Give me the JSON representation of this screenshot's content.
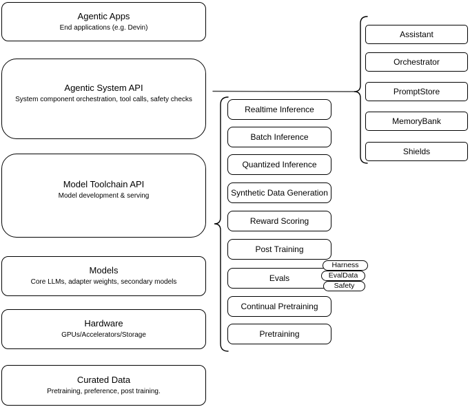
{
  "diagram": {
    "title": "Agentic stack architecture diagram",
    "colors": {
      "stroke": "#000000",
      "background": "#ffffff",
      "text": "#000000"
    },
    "left_column": [
      {
        "title": "Agentic Apps",
        "subtitle": "End applications (e.g. Devin)"
      },
      {
        "title": "Agentic System API",
        "subtitle": "System component orchestration, tool calls, safety checks"
      },
      {
        "title": "Model Toolchain API",
        "subtitle": "Model development & serving"
      },
      {
        "title": "Models",
        "subtitle": "Core LLMs, adapter weights, secondary models"
      },
      {
        "title": "Hardware",
        "subtitle": "GPUs/Accelerators/Storage"
      },
      {
        "title": "Curated Data",
        "subtitle": "Pretraining, preference, post training."
      }
    ],
    "toolchain_items": [
      {
        "label": "Realtime Inference"
      },
      {
        "label": "Batch Inference"
      },
      {
        "label": "Quantized Inference"
      },
      {
        "label": "Synthetic Data Generation"
      },
      {
        "label": "Reward Scoring"
      },
      {
        "label": "Post Training"
      },
      {
        "label": "Evals"
      },
      {
        "label": "Continual Pretraining"
      },
      {
        "label": "Pretraining"
      }
    ],
    "eval_tags": [
      {
        "label": "Harness"
      },
      {
        "label": "EvalData"
      },
      {
        "label": "Safety"
      }
    ],
    "system_components": [
      {
        "label": "Assistant"
      },
      {
        "label": "Orchestrator"
      },
      {
        "label": "PromptStore"
      },
      {
        "label": "MemoryBank"
      },
      {
        "label": "Shields"
      }
    ]
  }
}
